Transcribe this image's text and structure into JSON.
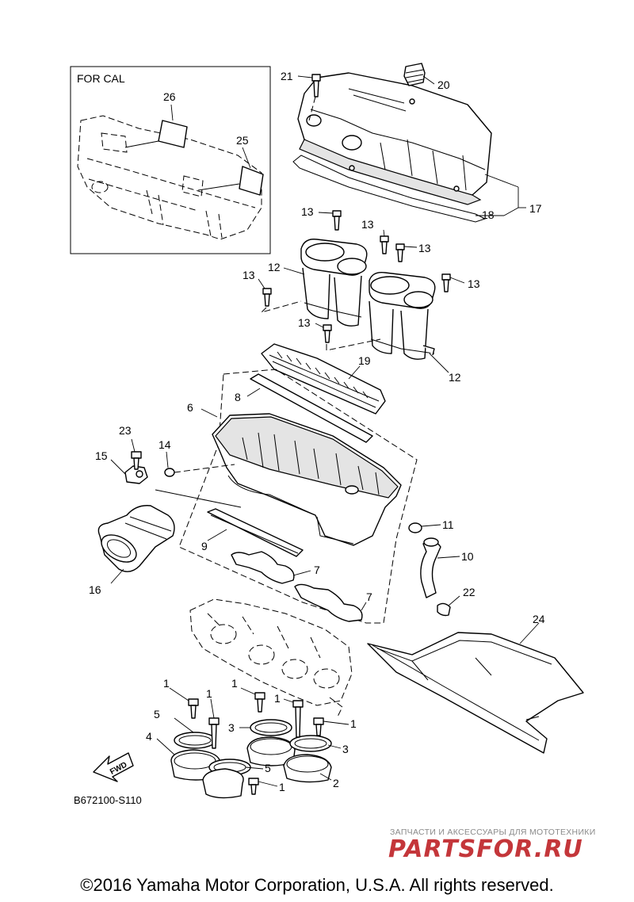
{
  "inset": {
    "title": "FOR CAL"
  },
  "callouts": {
    "c1": "1",
    "c2": "2",
    "c3": "3",
    "c4": "4",
    "c5": "5",
    "c6": "6",
    "c7": "7",
    "c8": "8",
    "c9": "9",
    "c10": "10",
    "c11": "11",
    "c12": "12",
    "c13": "13",
    "c14": "14",
    "c15": "15",
    "c16": "16",
    "c17": "17",
    "c18": "18",
    "c19": "19",
    "c20": "20",
    "c21": "21",
    "c22": "22",
    "c23": "23",
    "c24": "24",
    "c25": "25",
    "c26": "26"
  },
  "fwd_label": "FWD",
  "drawing_code": "B672100-S110",
  "watermark": {
    "tagline": "ЗАПЧАСТИ И АКСЕССУАРЫ ДЛЯ МОТОТЕХНИКИ",
    "logo": "PARTSFOR.RU",
    "logo_color": "#c4363a"
  },
  "copyright": "©2016 Yamaha Motor Corporation, U.S.A. All rights reserved."
}
